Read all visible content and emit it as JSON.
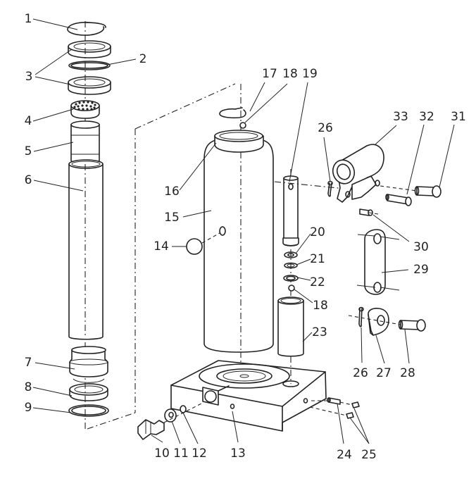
{
  "part_numbers": [
    "1",
    "2",
    "3",
    "4",
    "5",
    "6",
    "7",
    "8",
    "9",
    "10",
    "11",
    "12",
    "13",
    "14",
    "15",
    "16",
    "17",
    "18",
    "18",
    "19",
    "20",
    "21",
    "22",
    "23",
    "24",
    "25",
    "26",
    "26",
    "27",
    "28",
    "29",
    "30",
    "31",
    "32",
    "33"
  ],
  "colors": {
    "line": "#222222",
    "background": "#ffffff"
  }
}
